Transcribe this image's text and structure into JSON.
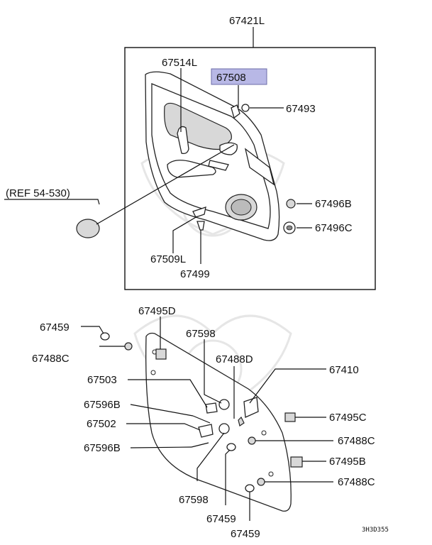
{
  "labels": {
    "p67421L": "67421L",
    "p67514L": "67514L",
    "p67508": "67508",
    "p67493": "67493",
    "ref": "(REF 54-530)",
    "p67496B": "67496B",
    "p67496C": "67496C",
    "p67509L": "67509L",
    "p67499": "67499",
    "p67495D": "67495D",
    "p67459a": "67459",
    "p67488Ca": "67488C",
    "p67598a": "67598",
    "p67488D": "67488D",
    "p67410": "67410",
    "p67503": "67503",
    "p67596Ba": "67596B",
    "p67502": "67502",
    "p67596Bb": "67596B",
    "p67495C": "67495C",
    "p67488Cb": "67488C",
    "p67495B": "67495B",
    "p67488Cc": "67488C",
    "p67598b": "67598",
    "p67459b": "67459",
    "p67459c": "67459",
    "code": "3H3D355"
  },
  "colors": {
    "highlight": "#b8b8e6",
    "line": "#111111",
    "watermark": "#e6e6e6"
  }
}
